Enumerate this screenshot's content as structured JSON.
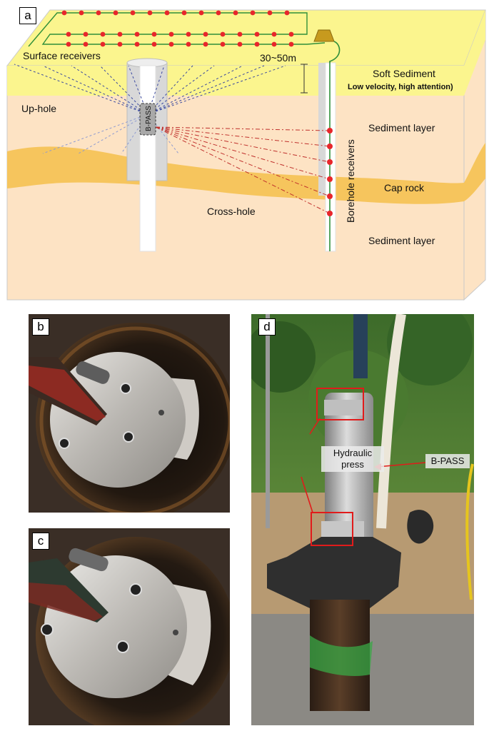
{
  "panels": {
    "a": "a",
    "b": "b",
    "c": "c",
    "d": "d"
  },
  "diagram": {
    "surface_receivers": "Surface receivers",
    "distance": "30~50m",
    "soft_sediment": "Soft Sediment",
    "soft_sediment_note": "Low velocity, high attention)",
    "up_hole": "Up-hole",
    "source": "B-PASS",
    "sediment_top": "Sediment layer",
    "cap_rock": "Cap rock",
    "cross_hole": "Cross-hole",
    "borehole_receivers": "Borehole receivers",
    "sediment_bottom": "Sediment layer"
  },
  "photo_d": {
    "hydraulic_press_line1": "Hydraulic",
    "hydraulic_press_line2": "press",
    "bpass": "B-PASS"
  },
  "colors": {
    "soft_sediment": "#fbf58e",
    "sediment": "#fde3c4",
    "cap_rock": "#f6c55d",
    "receiver": "#e8262b",
    "annotation_box": "#e11b1b",
    "cable": "#2f8f3a"
  }
}
